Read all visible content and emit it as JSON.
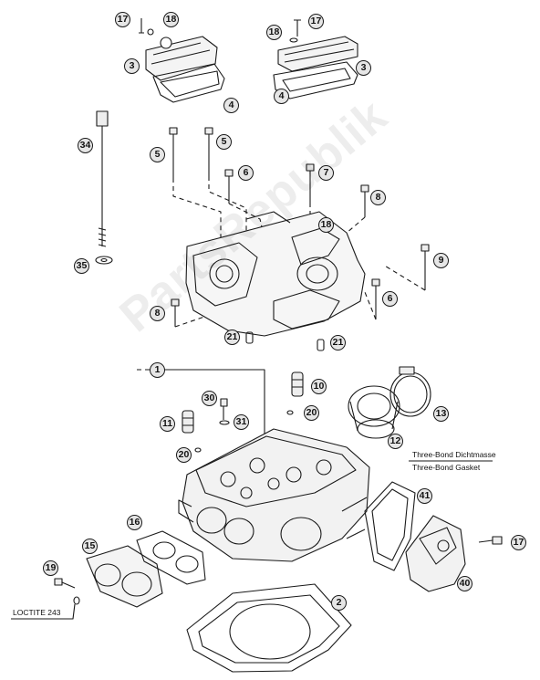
{
  "callouts": [
    "17",
    "18",
    "3",
    "4",
    "17",
    "18",
    "3",
    "4",
    "34",
    "35",
    "5",
    "5",
    "6",
    "7",
    "8",
    "18",
    "9",
    "6",
    "8",
    "21",
    "21",
    "1",
    "10",
    "30",
    "11",
    "31",
    "20",
    "13",
    "12",
    "20",
    "41",
    "16",
    "15",
    "19",
    "2",
    "17",
    "40"
  ],
  "notes": {
    "three_bond_dichtmasse": "Three-Bond Dichtmasse",
    "three_bond_gasket": "Three-Bond Gasket",
    "loctite": "LOCTITE 243"
  },
  "watermark": "PartsRepublik"
}
